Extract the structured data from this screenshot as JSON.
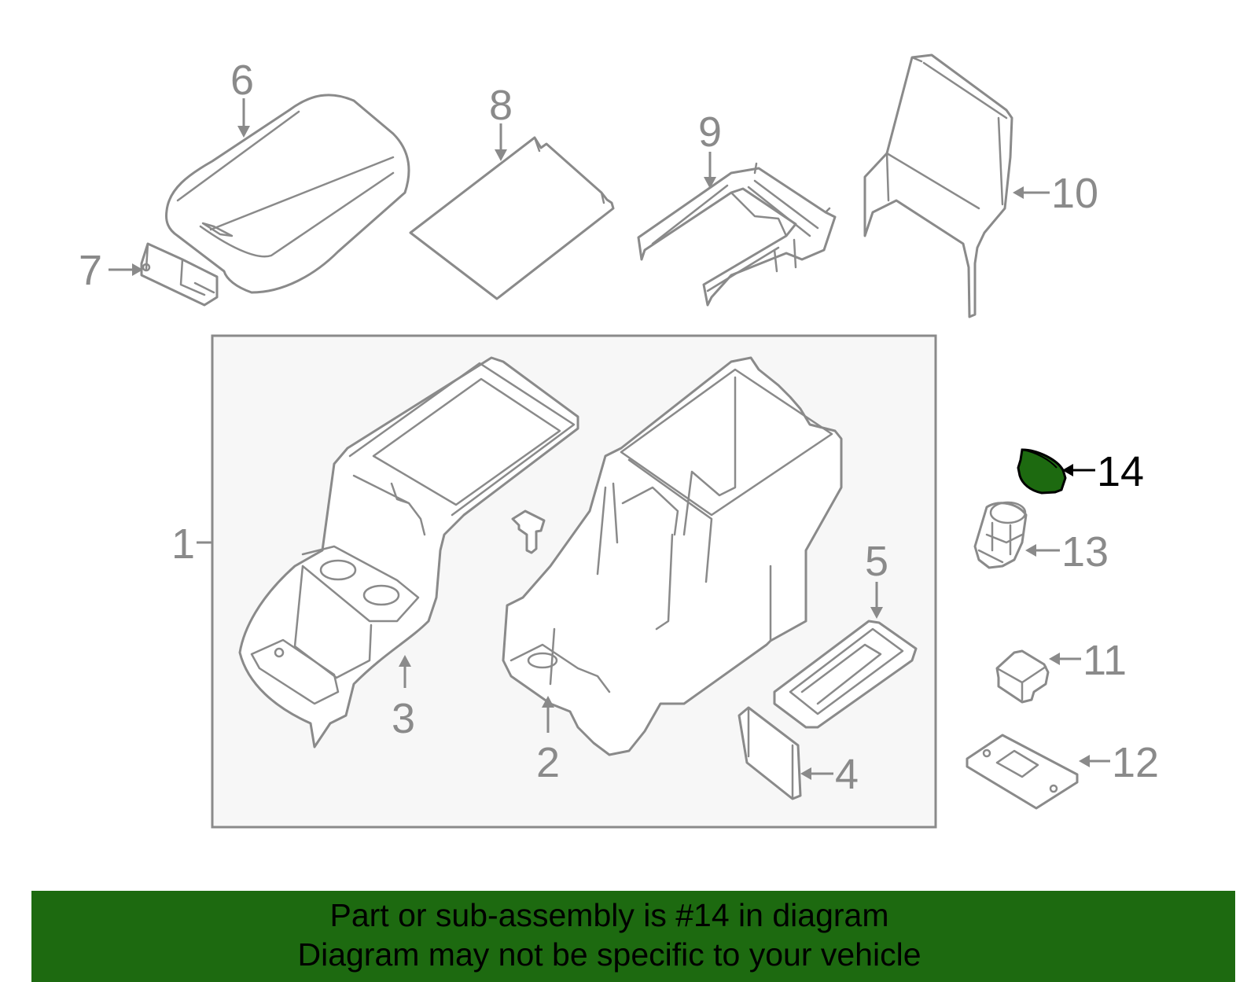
{
  "colors": {
    "highlight": "#1d6a10",
    "line": "#8a8a8a",
    "box_fill": "#f7f7f7",
    "banner": "#1d6a10",
    "banner_text": "#000000"
  },
  "callouts": {
    "c1": "1",
    "c2": "2",
    "c3": "3",
    "c4": "4",
    "c5": "5",
    "c6": "6",
    "c7": "7",
    "c8": "8",
    "c9": "9",
    "c10": "10",
    "c11": "11",
    "c12": "12",
    "c13": "13",
    "c14": "14"
  },
  "highlighted_part": "14",
  "banner": {
    "line1": "Part or sub-assembly is #14 in diagram",
    "line2": "Diagram may not be specific to your vehicle"
  }
}
